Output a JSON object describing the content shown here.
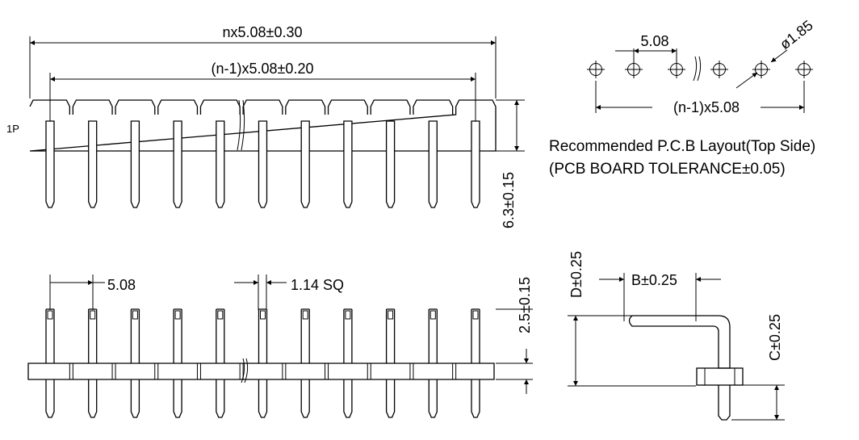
{
  "front_view": {
    "overall_length": "nx5.08±0.30",
    "pitch_span": "(n-1)x5.08±0.20",
    "pin1_label": "1P",
    "height": "6.3±0.15"
  },
  "pcb_layout": {
    "pitch": "5.08",
    "hole_diameter": "ø1.85",
    "span": "(n-1)x5.08",
    "caption_line1": "Recommended P.C.B Layout(Top Side)",
    "caption_line2": "(PCB BOARD TOLERANCE±0.05)"
  },
  "side_view": {
    "pitch": "5.08",
    "pin_size": "1.14  SQ",
    "upper_height": "2.5±0.15"
  },
  "right_angle_view": {
    "dim_b": "B±0.25",
    "dim_d": "D±0.25",
    "dim_c": "C±0.25"
  }
}
